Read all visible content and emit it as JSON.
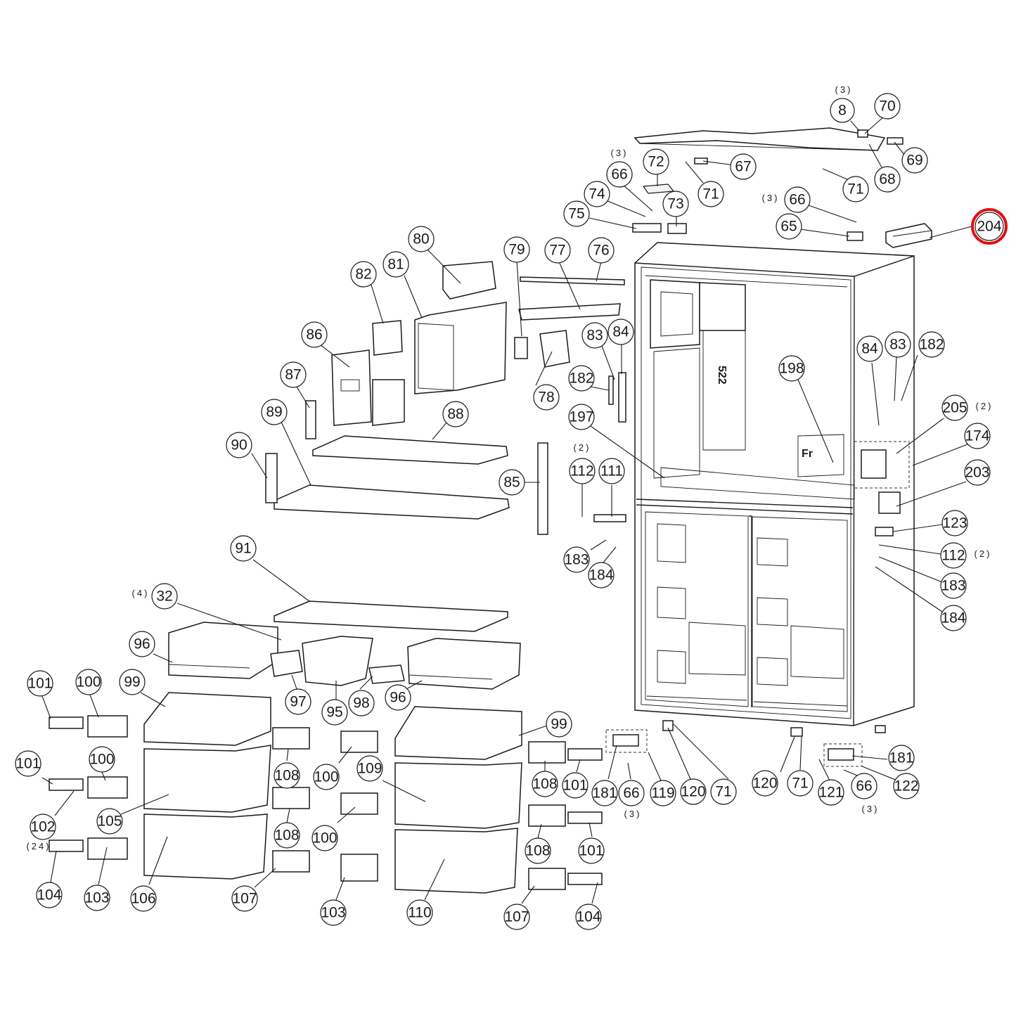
{
  "diagram": {
    "highlight_color": "#e01010",
    "highlighted_part": "204",
    "cabinet_stamp": "522",
    "cabinet_stamp_2": "Fr",
    "callouts": [
      {
        "id": "c8",
        "label": "8"
      },
      {
        "id": "c70",
        "label": "70"
      },
      {
        "id": "c69",
        "label": "69"
      },
      {
        "id": "c68",
        "label": "68"
      },
      {
        "id": "c67",
        "label": "67"
      },
      {
        "id": "c71a",
        "label": "71"
      },
      {
        "id": "c71b",
        "label": "71"
      },
      {
        "id": "c72",
        "label": "72"
      },
      {
        "id": "c66a",
        "label": "66"
      },
      {
        "id": "c74",
        "label": "74"
      },
      {
        "id": "c73",
        "label": "73"
      },
      {
        "id": "c75",
        "label": "75"
      },
      {
        "id": "c66b",
        "label": "66"
      },
      {
        "id": "c65",
        "label": "65"
      },
      {
        "id": "c204",
        "label": "204"
      },
      {
        "id": "c80",
        "label": "80"
      },
      {
        "id": "c81",
        "label": "81"
      },
      {
        "id": "c82",
        "label": "82"
      },
      {
        "id": "c79",
        "label": "79"
      },
      {
        "id": "c77",
        "label": "77"
      },
      {
        "id": "c76",
        "label": "76"
      },
      {
        "id": "c86",
        "label": "86"
      },
      {
        "id": "c87",
        "label": "87"
      },
      {
        "id": "c78",
        "label": "78"
      },
      {
        "id": "c83a",
        "label": "83"
      },
      {
        "id": "c84a",
        "label": "84"
      },
      {
        "id": "c182a",
        "label": "182"
      },
      {
        "id": "c89",
        "label": "89"
      },
      {
        "id": "c88",
        "label": "88"
      },
      {
        "id": "c90",
        "label": "90"
      },
      {
        "id": "c85",
        "label": "85"
      },
      {
        "id": "c197",
        "label": "197"
      },
      {
        "id": "c112a",
        "label": "112"
      },
      {
        "id": "c111",
        "label": "111"
      },
      {
        "id": "c198",
        "label": "198"
      },
      {
        "id": "c84b",
        "label": "84"
      },
      {
        "id": "c83b",
        "label": "83"
      },
      {
        "id": "c182b",
        "label": "182"
      },
      {
        "id": "c205",
        "label": "205"
      },
      {
        "id": "c174",
        "label": "174"
      },
      {
        "id": "c203",
        "label": "203"
      },
      {
        "id": "c123",
        "label": "123"
      },
      {
        "id": "c112b",
        "label": "112"
      },
      {
        "id": "c183a",
        "label": "183"
      },
      {
        "id": "c184a",
        "label": "184"
      },
      {
        "id": "c183b",
        "label": "183"
      },
      {
        "id": "c184b",
        "label": "184"
      },
      {
        "id": "c91",
        "label": "91"
      },
      {
        "id": "c32",
        "label": "32"
      },
      {
        "id": "c96a",
        "label": "96"
      },
      {
        "id": "c97",
        "label": "97"
      },
      {
        "id": "c95",
        "label": "95"
      },
      {
        "id": "c98",
        "label": "98"
      },
      {
        "id": "c96b",
        "label": "96"
      },
      {
        "id": "c101a",
        "label": "101"
      },
      {
        "id": "c100a",
        "label": "100"
      },
      {
        "id": "c99a",
        "label": "99"
      },
      {
        "id": "c99b",
        "label": "99"
      },
      {
        "id": "c101b",
        "label": "101"
      },
      {
        "id": "c100b",
        "label": "100"
      },
      {
        "id": "c102",
        "label": "102"
      },
      {
        "id": "c105",
        "label": "105"
      },
      {
        "id": "c108a",
        "label": "108"
      },
      {
        "id": "c100c",
        "label": "100"
      },
      {
        "id": "c109",
        "label": "109"
      },
      {
        "id": "c108b",
        "label": "108"
      },
      {
        "id": "c101c",
        "label": "101"
      },
      {
        "id": "c108c",
        "label": "108"
      },
      {
        "id": "c100d",
        "label": "100"
      },
      {
        "id": "c108d",
        "label": "108"
      },
      {
        "id": "c101d",
        "label": "101"
      },
      {
        "id": "c104a",
        "label": "104"
      },
      {
        "id": "c103a",
        "label": "103"
      },
      {
        "id": "c106",
        "label": "106"
      },
      {
        "id": "c107a",
        "label": "107"
      },
      {
        "id": "c103b",
        "label": "103"
      },
      {
        "id": "c110",
        "label": "110"
      },
      {
        "id": "c107b",
        "label": "107"
      },
      {
        "id": "c104b",
        "label": "104"
      },
      {
        "id": "c181a",
        "label": "181"
      },
      {
        "id": "c66c",
        "label": "66"
      },
      {
        "id": "c119",
        "label": "119"
      },
      {
        "id": "c120a",
        "label": "120"
      },
      {
        "id": "c71c",
        "label": "71"
      },
      {
        "id": "c120b",
        "label": "120"
      },
      {
        "id": "c71d",
        "label": "71"
      },
      {
        "id": "c121",
        "label": "121"
      },
      {
        "id": "c66d",
        "label": "66"
      },
      {
        "id": "c122",
        "label": "122"
      },
      {
        "id": "c181b",
        "label": "181"
      }
    ],
    "quantities": [
      {
        "id": "q8",
        "label": "(3)"
      },
      {
        "id": "q66a",
        "label": "(3)"
      },
      {
        "id": "q66b",
        "label": "(3)"
      },
      {
        "id": "q205",
        "label": "(2)"
      },
      {
        "id": "q112a",
        "label": "(2)"
      },
      {
        "id": "q112b",
        "label": "(2)"
      },
      {
        "id": "q32",
        "label": "(4)"
      },
      {
        "id": "q104",
        "label": "(24)"
      },
      {
        "id": "q66c",
        "label": "(3)"
      },
      {
        "id": "q66d",
        "label": "(3)"
      }
    ]
  }
}
